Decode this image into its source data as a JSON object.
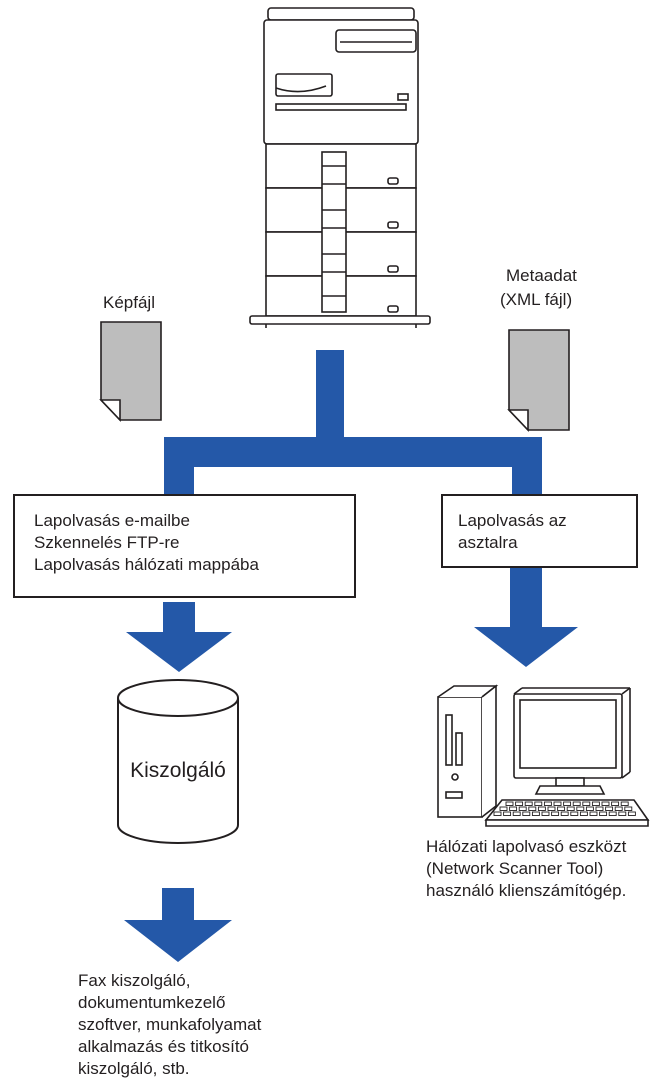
{
  "colors": {
    "flow": "#2458a8",
    "doc_fill": "#bdbdbd",
    "outline": "#231f20"
  },
  "labels": {
    "image_file": "Képfájl",
    "metadata_line1": "Metaadat",
    "metadata_line2": "(XML fájl)",
    "server": "Kiszolgáló"
  },
  "left_box": {
    "lines": [
      "Lapolvasás e-mailbe",
      "Szkennelés FTP-re",
      "Lapolvasás hálózati mappába"
    ]
  },
  "right_box": {
    "lines": [
      "Lapolvasás az",
      "asztalra"
    ]
  },
  "client_caption": {
    "lines": [
      "Hálózati lapolvasó eszközt",
      "(Network Scanner Tool)",
      "használó klienszámítógép."
    ]
  },
  "bottom_caption": {
    "lines": [
      "Fax kiszolgáló,",
      "dokumentumkezelő",
      "szoftver, munkafolyamat",
      "alkalmazás és titkosító",
      "kiszolgáló, stb."
    ]
  },
  "icons": [
    "mfp-printer-icon",
    "document-icon",
    "database-server-icon",
    "desktop-computer-icon"
  ]
}
